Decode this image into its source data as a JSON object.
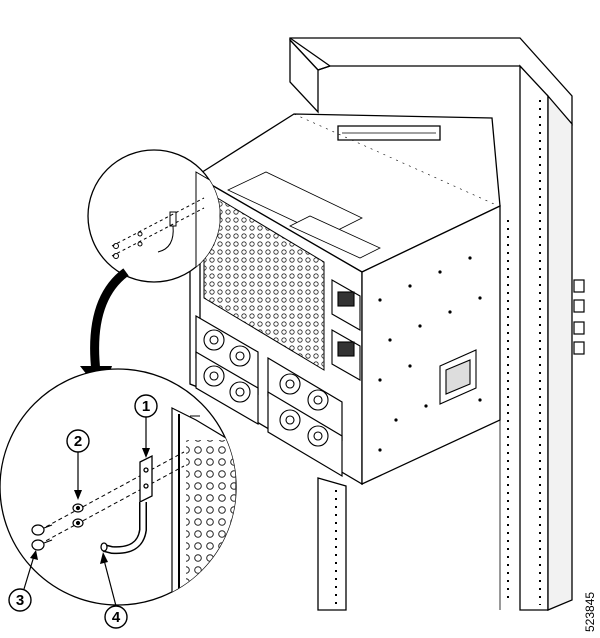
{
  "figure": {
    "id_label": "523845",
    "callouts": [
      {
        "label": "1"
      },
      {
        "label": "2"
      },
      {
        "label": "3"
      },
      {
        "label": "4"
      }
    ]
  }
}
